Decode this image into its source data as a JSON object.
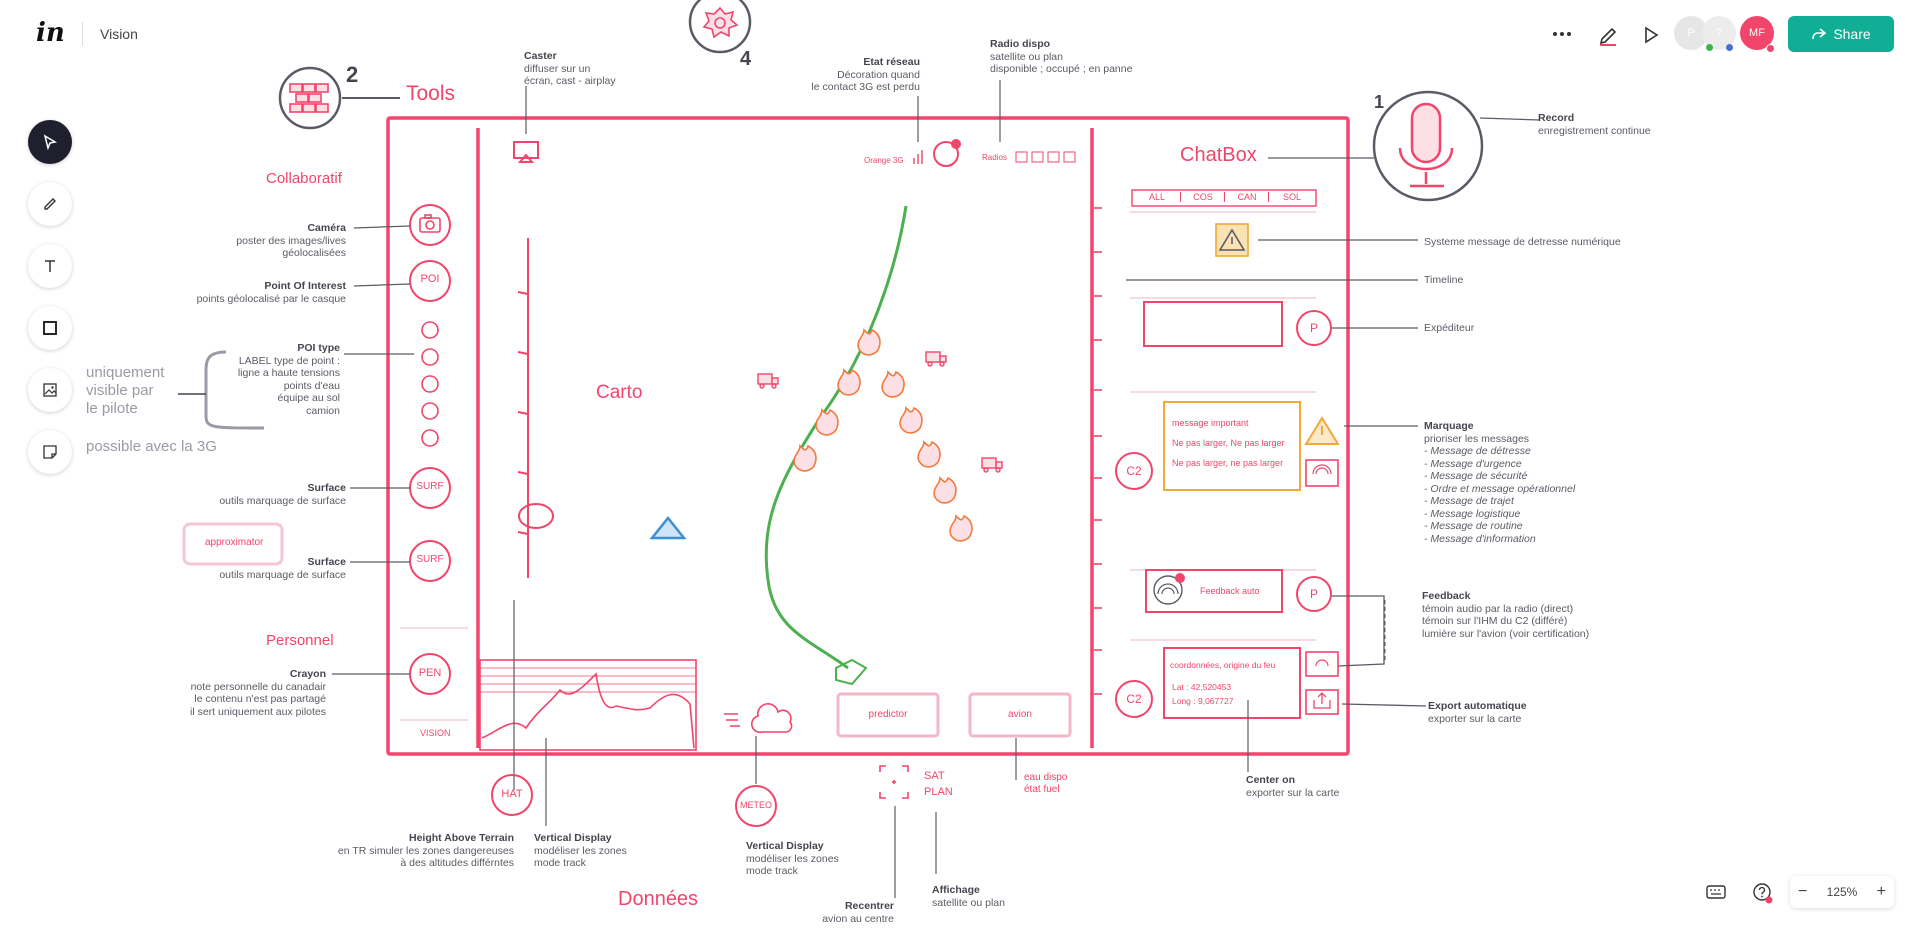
{
  "app": {
    "logo": "in",
    "title": "Vision",
    "share_label": "Share",
    "zoom": "125%",
    "avatars": [
      "P",
      "?",
      "MF"
    ],
    "accent": "#0fae95",
    "pink": "#f2456b"
  },
  "toolbar": {
    "tools": [
      "select-icon",
      "pen-icon",
      "text-icon",
      "rectangle-icon",
      "image-icon",
      "sticky-note-icon"
    ]
  },
  "labels": {
    "tools": "Tools",
    "num2": "2",
    "num4": "4",
    "num1": "1",
    "collaboratif": "Collaboratif",
    "personnel": "Personnel",
    "carto": "Carto",
    "chatbox": "ChatBox",
    "donnees": "Données",
    "side_note": [
      "uniquement",
      "visible par",
      "le pilote"
    ],
    "side_note2": "possible avec la 3G",
    "approximator": "approximator",
    "vision": "VISION",
    "orange3g": "Orange 3G",
    "radios": "Radios",
    "tabs": [
      "ALL",
      "COS",
      "CAN",
      "SOL"
    ],
    "msg_important": "message important",
    "msg_ne1": "Ne pas larger, Ne pas larger",
    "msg_ne2": "Ne pas larger, ne pas larger",
    "feedback_auto": "Feedback auto",
    "coord_title": "coordonnées, origine du feu",
    "lat": "Lat :  42,520453",
    "long": "Long : 9,067727",
    "predictor": "predictor",
    "avion": "avion",
    "poi": "POI",
    "surf": "SURF",
    "pen": "PEN",
    "hat": "HAT",
    "meteo": "METEO",
    "c2": "C2",
    "p": "P",
    "sat": "SAT",
    "plan": "PLAN",
    "eau1": "eau dispo",
    "eau2": "état fuel"
  },
  "notes": {
    "camera": {
      "title": "Caméra",
      "body": [
        "poster des images/lives",
        "géolocalisées"
      ]
    },
    "poi": {
      "title": "Point Of Interest",
      "body": [
        "points géolocalisé par le casque"
      ]
    },
    "poitype": {
      "title": "POI type",
      "body": [
        "LABEL type de point :",
        "ligne a haute tensions",
        "points d'eau",
        "équipe au sol",
        "camion"
      ]
    },
    "surface1": {
      "title": "Surface",
      "body": [
        "outils marquage de surface"
      ]
    },
    "surface2": {
      "title": "Surface",
      "body": [
        "outils marquage de surface"
      ]
    },
    "crayon": {
      "title": "Crayon",
      "body": [
        "note personnelle du canadair",
        "le contenu n'est pas partagé",
        "il sert uniquement aux pilotes"
      ]
    },
    "caster": {
      "title": "Caster",
      "body": [
        "diffuser sur un",
        "écran, cast - airplay"
      ]
    },
    "etat": {
      "title": "Etat réseau",
      "body": [
        "Décoration quand",
        "le contact 3G est perdu"
      ]
    },
    "radio": {
      "title": "Radio dispo",
      "body": [
        "satellite ou plan",
        "disponible ; occupé ; en panne"
      ]
    },
    "record": {
      "title": "Record",
      "body": [
        "enregistrement continue"
      ]
    },
    "detresse": {
      "title": "",
      "body": [
        "Systeme message de detresse numérique"
      ]
    },
    "timeline": {
      "title": "",
      "body": [
        "Timeline"
      ]
    },
    "expediteur": {
      "title": "",
      "body": [
        "Expéditeur"
      ]
    },
    "marquage": {
      "title": "Marquage",
      "body": [
        "prioriser les messages",
        " - Message de détresse",
        " - Message d'urgence",
        " - Message de sécurité",
        " - Ordre et message opérationnel",
        " - Message de trajet",
        " - Message logistique",
        " - Message de routine",
        " - Message d'information"
      ]
    },
    "feedback": {
      "title": "Feedback",
      "body": [
        "témoin audio par la radio (direct)",
        "témoin sur l'IHM du C2 (différé)",
        "lumière sur l'avion (voir certification)"
      ]
    },
    "export": {
      "title": "Export automatique",
      "body": [
        "exporter sur la carte"
      ]
    },
    "center": {
      "title": "Center on",
      "body": [
        "exporter sur la carte"
      ]
    },
    "hat": {
      "title": "Height Above Terrain",
      "body": [
        "en TR simuler les zones dangereuses",
        "à des altitudes différntes"
      ]
    },
    "vd1": {
      "title": "Vertical Display",
      "body": [
        "modéliser les zones",
        "mode track"
      ]
    },
    "vd2": {
      "title": "Vertical Display",
      "body": [
        "modéliser les zones",
        "mode track"
      ]
    },
    "recentrer": {
      "title": "Recentrer",
      "body": [
        "avion au centre"
      ]
    },
    "affichage": {
      "title": "Affichage",
      "body": [
        "satellite ou plan"
      ]
    }
  }
}
